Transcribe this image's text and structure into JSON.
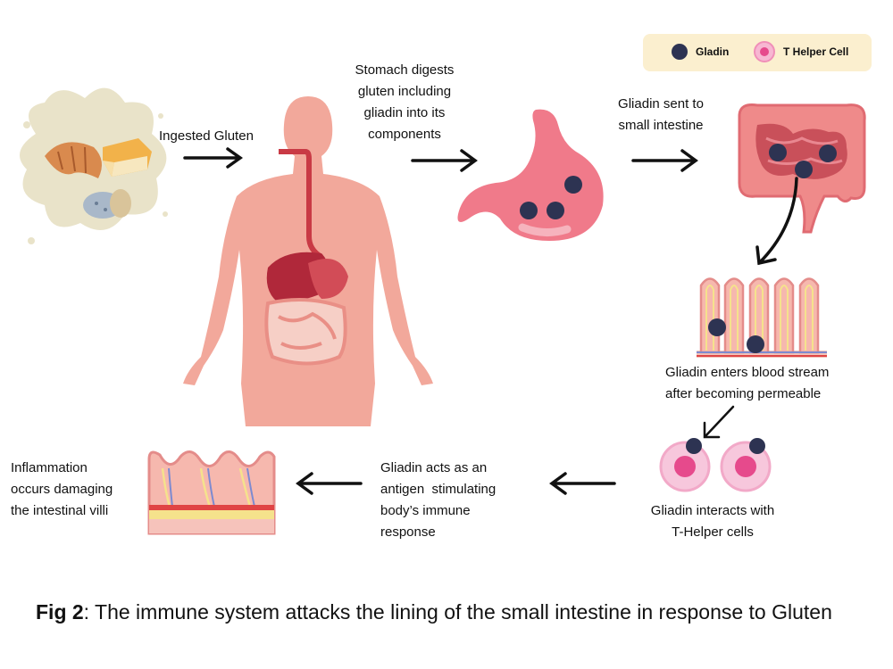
{
  "legend": {
    "gliadin_label": "Gladin",
    "t_helper_label": "T Helper Cell"
  },
  "steps": {
    "ingested": "Ingested Gluten",
    "stomach": [
      "Stomach digests",
      "gluten including",
      "gliadin into its",
      "components"
    ],
    "small_intestine": [
      "Gliadin sent to",
      "small intestine"
    ],
    "blood_stream": [
      "Gliadin enters blood stream",
      "after becoming permeable"
    ],
    "t_helper": [
      "Gliadin interacts with",
      "T-Helper cells"
    ],
    "antigen": [
      "Gliadin acts as an",
      "antigen  stimulating",
      "body’s immune",
      "response"
    ],
    "inflammation": [
      "Inflammation",
      "occurs damaging",
      "the intestinal villi"
    ]
  },
  "caption": {
    "label": "Fig 2",
    "text": ": The immune system attacks the lining of the small intestine in response to Gluten"
  },
  "colors": {
    "gliadin": "#2d3352",
    "body": "#f2a89b",
    "stomach": "#f07a8a",
    "intestine": "#ef8a8a",
    "t_cell": "#f7b7d2",
    "legend_bg": "#fbefcf"
  }
}
